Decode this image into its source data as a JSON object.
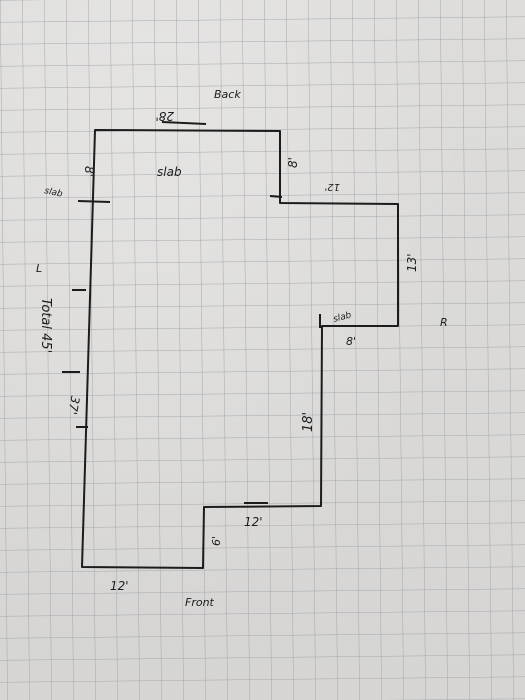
{
  "sketch": {
    "labels": {
      "back": "Back",
      "front": "Front",
      "left": "L",
      "right": "R",
      "slab_main": "slab",
      "slab_left": "slab",
      "slab_right": "slab",
      "back_width": "28'",
      "notch_top_left": "8'",
      "notch_top_right": "8'",
      "step_top": "12'",
      "right_side": "13'",
      "step_right": "8'",
      "lower_right": "18'",
      "step_bottom": "12'",
      "front_notch": "6'",
      "front_width": "12'",
      "left_side": "37'",
      "total": "Total 45'"
    },
    "colors": {
      "paper": "#dedddb",
      "grid": "#9ea0a4",
      "ink": "#1c1c1c"
    }
  }
}
